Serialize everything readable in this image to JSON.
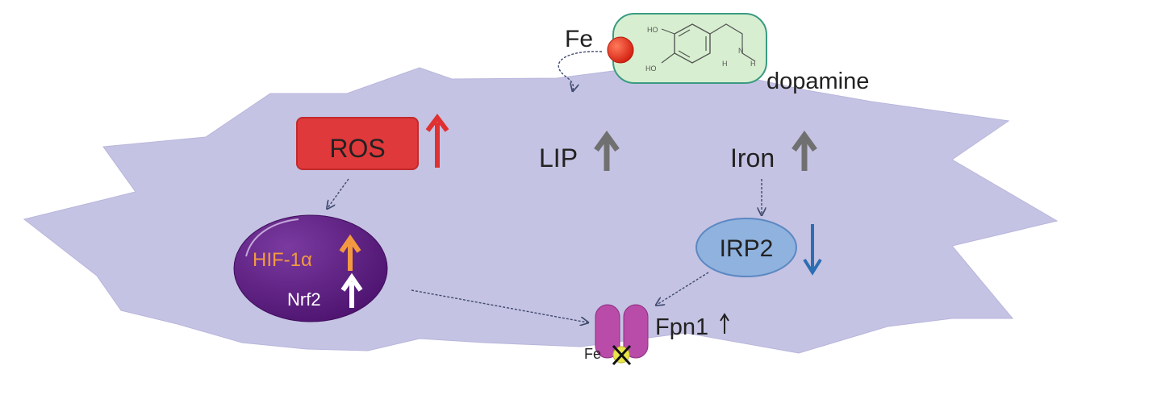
{
  "labels": {
    "fe_top": "Fe",
    "dopamine": "dopamine",
    "ros": "ROS",
    "lip": "LIP",
    "iron": "Iron",
    "irp2": "IRP2",
    "hif": "HIF-1α",
    "nrf2": "Nrf2",
    "fpn1": "Fpn1",
    "fe_bottom": "Fe"
  },
  "molecule_atoms": {
    "oh_top": "HO",
    "oh_bottom": "HO",
    "n_left": "H",
    "n_mid": "N",
    "n_right": "H"
  },
  "colors": {
    "background": "#ffffff",
    "cell": "#c5c3e3",
    "ros_box": "#e0393b",
    "ros_arrow": "#e03030",
    "gray_arrow": "#707070",
    "irp2_fill": "#8fb2de",
    "irp2_arrow": "#2d6eb2",
    "nucleus": "#5e1f86",
    "hif_text": "#f39a40",
    "fpn_channel": "#b94ba9",
    "iron_ball": "#e8301f",
    "dopamine_box": "#d7efd0",
    "block_cross": "#e9e64a"
  },
  "indicators": {
    "ros": "up",
    "lip": "up",
    "iron": "up",
    "irp2": "down",
    "hif": "up",
    "nrf2": "up",
    "fpn1": "up",
    "fe_export": "blocked"
  }
}
